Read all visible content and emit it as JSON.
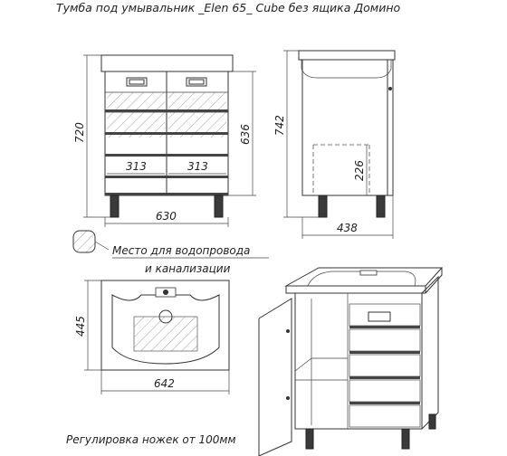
{
  "title": "Тумба под умывальник _Elen 65_ Cube без ящика  Домино",
  "dimensions": {
    "front_height": "720",
    "front_width": "630",
    "door_left_width": "313",
    "door_right_width": "313",
    "side_inner_height": "636",
    "side_total_height": "742",
    "side_depth": "438",
    "side_pipe_height": "226",
    "top_depth": "445",
    "top_width": "642"
  },
  "legend": {
    "line1": "Место для водопровода",
    "line2": "и канализации"
  },
  "footer_note": "Регулировка ножек от 100мм"
}
